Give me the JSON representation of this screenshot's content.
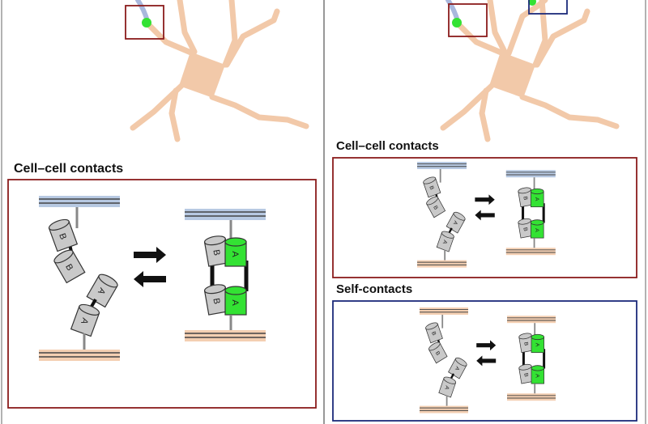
{
  "left_panel": {
    "title": "Cell–cell contacts"
  },
  "right_panel": {
    "cell_cell_title": "Cell–cell contacts",
    "self_contact_title": "Self-contacts"
  },
  "diagram": {
    "label_a": "A",
    "label_b": "B",
    "colors": {
      "neuron": "#f2c9a9",
      "axon": "#a9b8dd",
      "membrane_top": "#b7c9e2",
      "membrane_bottom": "#f4cfb2",
      "cylinder_gray": "#c9c9c9",
      "cylinder_green": "#33e233",
      "red_box": "#8b1c1c",
      "blue_box": "#1c2a7a"
    }
  }
}
